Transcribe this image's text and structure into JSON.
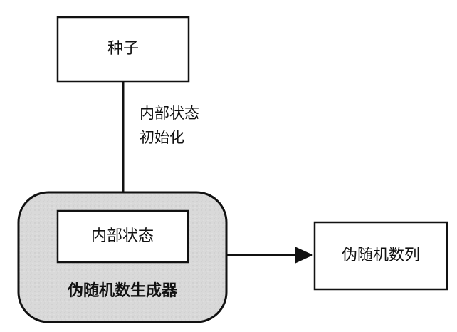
{
  "diagram": {
    "seed": {
      "label": "种子"
    },
    "edge_init": {
      "line1": "内部状态",
      "line2": "初始化"
    },
    "generator": {
      "label": "伪随机数生成器",
      "internal_state": {
        "label": "内部状态"
      }
    },
    "output": {
      "label": "伪随机数列"
    }
  },
  "colors": {
    "stroke": "#111111",
    "container_fill": "#dcdcdc",
    "box_fill": "#ffffff"
  }
}
